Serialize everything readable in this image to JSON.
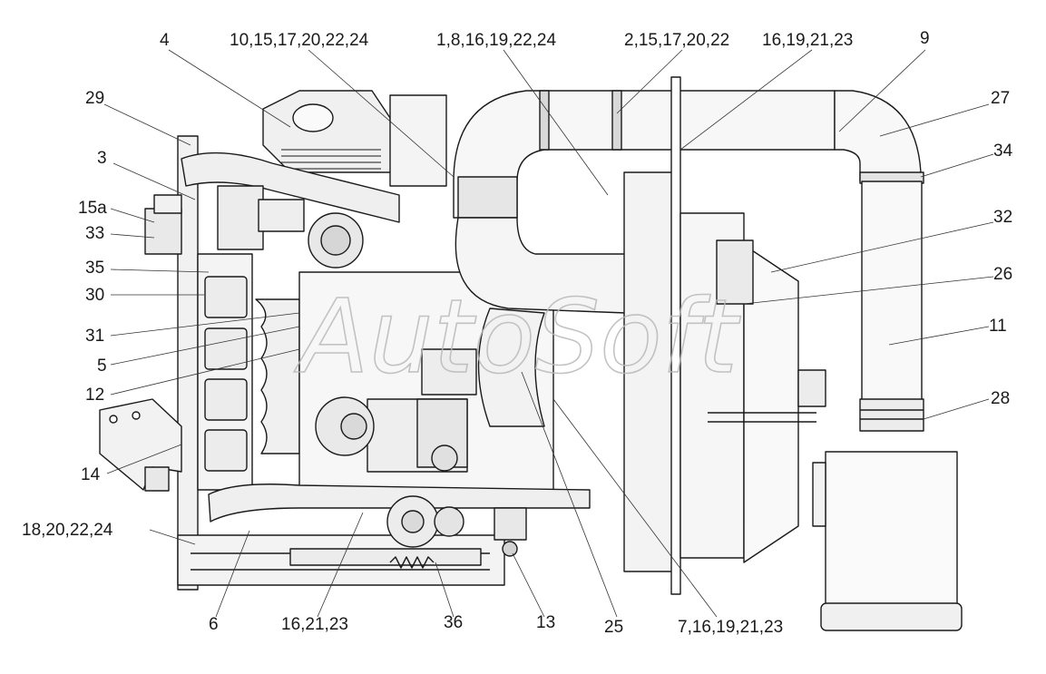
{
  "watermark": "AutoSoft",
  "callouts": {
    "c4": "4",
    "c10": "10,15,17,20,22,24",
    "c1": "1,8,16,19,22,24",
    "c2": "2,15,17,20,22",
    "c16a": "16,19,21,23",
    "c9": "9",
    "c29": "29",
    "c27": "27",
    "c3": "3",
    "c34": "34",
    "c15a": "15a",
    "c33": "33",
    "c32": "32",
    "c35": "35",
    "c26": "26",
    "c30": "30",
    "c11": "11",
    "c31": "31",
    "c5": "5",
    "c12": "12",
    "c28": "28",
    "c14": "14",
    "c18": "18,20,22,24",
    "c6": "6",
    "c16b": "16,21,23",
    "c36": "36",
    "c13": "13",
    "c25": "25",
    "c7": "7,16,19,21,23"
  },
  "colors": {
    "line": "#1a1a1a",
    "leader": "#333333",
    "fill_light": "#f4f4f4",
    "fill_mid": "#e3e3e3",
    "fill_dark": "#9a9a9a"
  }
}
